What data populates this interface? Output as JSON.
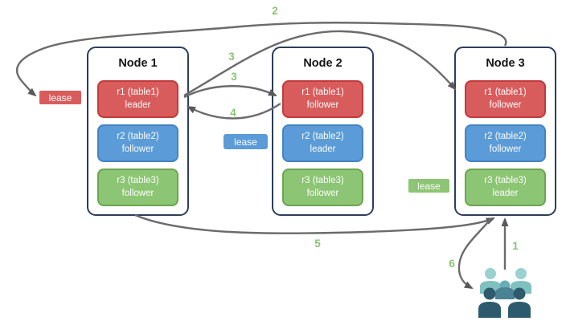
{
  "nodes": [
    {
      "title": "Node 1",
      "replicas": [
        {
          "name": "r1 (table1)",
          "role": "leader",
          "color": "red"
        },
        {
          "name": "r2 (table2)",
          "role": "follower",
          "color": "blue"
        },
        {
          "name": "r3 (table3)",
          "role": "follower",
          "color": "green"
        }
      ]
    },
    {
      "title": "Node 2",
      "replicas": [
        {
          "name": "r1 (table1)",
          "role": "follower",
          "color": "red"
        },
        {
          "name": "r2 (table2)",
          "role": "leader",
          "color": "blue"
        },
        {
          "name": "r3 (table3)",
          "role": "follower",
          "color": "green"
        }
      ]
    },
    {
      "title": "Node 3",
      "replicas": [
        {
          "name": "r1 (table1)",
          "role": "follower",
          "color": "red"
        },
        {
          "name": "r2 (table2)",
          "role": "follower",
          "color": "blue"
        },
        {
          "name": "r3 (table3)",
          "role": "leader",
          "color": "green"
        }
      ]
    }
  ],
  "leases": [
    {
      "label": "lease",
      "color": "red"
    },
    {
      "label": "lease",
      "color": "blue"
    },
    {
      "label": "lease",
      "color": "green"
    }
  ],
  "steps": [
    {
      "text": "1"
    },
    {
      "text": "2"
    },
    {
      "text": "3"
    },
    {
      "text": "3"
    },
    {
      "text": "4"
    },
    {
      "text": "5"
    },
    {
      "text": "6"
    }
  ],
  "icons": [
    {
      "name": "users-icon"
    }
  ],
  "colors": {
    "node-border": "#2b3d5f",
    "title-color": "#141414",
    "red-fill": "#d95c5c",
    "red-border": "#c13b3b",
    "blue-fill": "#5b9bd8",
    "blue-border": "#4583c4",
    "green-fill": "#8cc573",
    "green-border": "#6da551",
    "arrow": "#6b6b6b",
    "arrowhead": "#5a5a5a",
    "step": "#88c473",
    "people-back-head": "#9ad1d1",
    "people-back-body": "#7fc0c0",
    "people-mid-head": "#68aeb6",
    "people-mid-body": "#4b8394",
    "people-front": "#2d5b6d"
  }
}
